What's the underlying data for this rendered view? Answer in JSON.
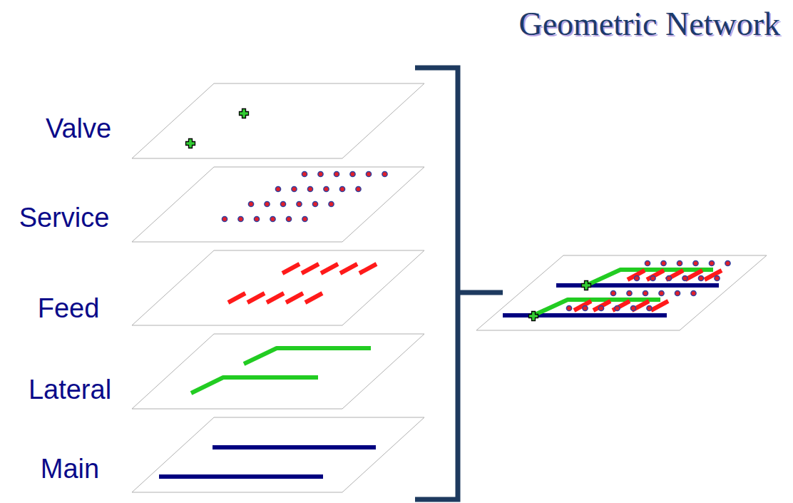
{
  "diagram": {
    "title": "Geometric Network",
    "labels": [
      "Valve",
      "Service",
      "Feed",
      "Lateral",
      "Main"
    ]
  }
}
